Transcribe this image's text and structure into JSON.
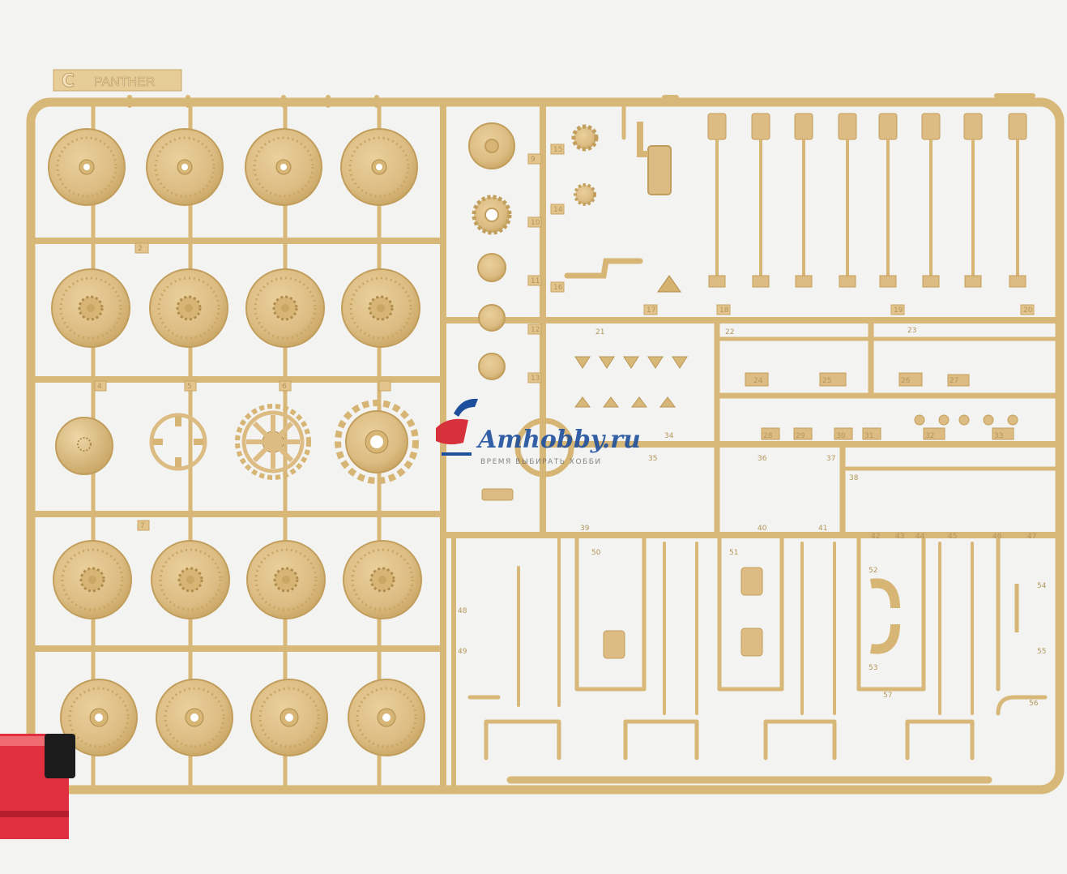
{
  "sprue": {
    "letter": "C",
    "name": "PANTHER"
  },
  "watermark": {
    "brand": "Amhobby.ru",
    "slogan": "ВРЕМЯ ВЫБИРАТЬ ХОББИ"
  },
  "part_numbers": {
    "rows": [
      "2",
      "4",
      "5",
      "6",
      "7"
    ],
    "small_parts": [
      "9",
      "10",
      "11",
      "12",
      "13",
      "14",
      "15",
      "16",
      "17",
      "18",
      "19",
      "20",
      "21",
      "22",
      "23",
      "24",
      "25",
      "26",
      "27",
      "28",
      "29",
      "30",
      "31",
      "32",
      "33",
      "34",
      "35",
      "36",
      "37",
      "38",
      "39",
      "40",
      "41",
      "42",
      "43",
      "44",
      "45",
      "46",
      "47",
      "48",
      "49",
      "50",
      "51",
      "52",
      "53",
      "54",
      "55",
      "56",
      "57"
    ]
  },
  "colors": {
    "plastic": "#e2c48c",
    "plastic_shade": "#c9a664",
    "plastic_dark": "#b08c4c",
    "background": "#f3f3f1",
    "clamp_red": "#e03040",
    "clamp_black": "#1c1c1c",
    "watermark_red": "#d7313b",
    "watermark_blue": "#1d4f9c"
  }
}
